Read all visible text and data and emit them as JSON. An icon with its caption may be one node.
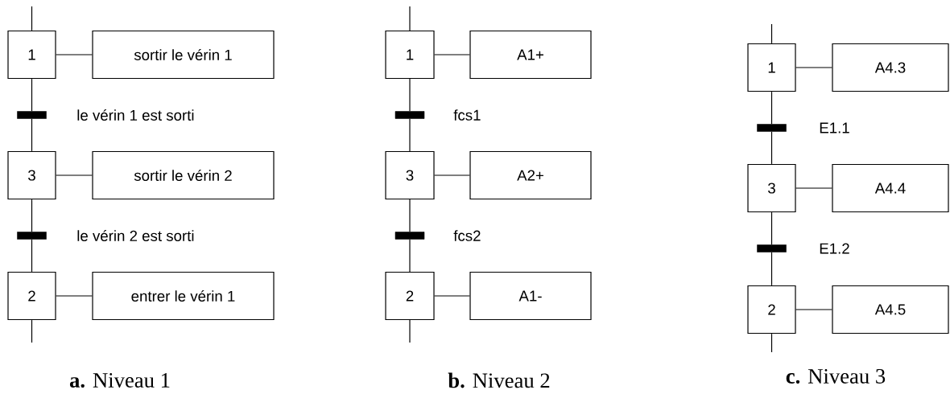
{
  "diagram": {
    "nodes": [
      {
        "text": [
          "1"
        ]
      },
      {
        "text": [
          "sortir le vérin 1"
        ]
      },
      {
        "text": [],
        "shape": "bar",
        "beside": [
          "le vérin 1 est sorti"
        ]
      },
      {
        "text": [
          "3"
        ]
      },
      {
        "text": [
          "sortir le vérin 2"
        ]
      },
      {
        "text": [],
        "shape": "bar",
        "beside": [
          "le vérin 2 est sorti"
        ]
      },
      {
        "text": [
          "2"
        ]
      },
      {
        "text": [
          "entrer le vérin 1"
        ]
      },
      {
        "text": [
          "1"
        ]
      },
      {
        "text": [
          "A1+"
        ]
      },
      {
        "text": [],
        "shape": "bar",
        "beside": [
          "fcs1"
        ]
      },
      {
        "text": [
          "3"
        ]
      },
      {
        "text": [
          "A2+"
        ]
      },
      {
        "text": [],
        "shape": "bar",
        "beside": [
          "fcs2"
        ]
      },
      {
        "text": [
          "2"
        ]
      },
      {
        "text": [
          "A1-"
        ]
      },
      {
        "text": [
          "1"
        ]
      },
      {
        "text": [
          "A4.3"
        ]
      },
      {
        "text": [],
        "shape": "bar",
        "beside": [
          "E1.1"
        ]
      },
      {
        "text": [
          "3"
        ]
      },
      {
        "text": [
          "A4.4"
        ]
      },
      {
        "text": [],
        "shape": "bar",
        "beside": [
          "E1.2"
        ]
      },
      {
        "text": [
          "2"
        ]
      },
      {
        "text": [
          "A4.5"
        ]
      }
    ],
    "edges": [
      {
        "from": null,
        "to": 0,
        "arrow": "none"
      },
      {
        "from": 0,
        "to": 1,
        "arrow": "none"
      },
      {
        "from": 0,
        "to": 2,
        "arrow": "none"
      },
      {
        "from": 2,
        "to": 3,
        "arrow": "none"
      },
      {
        "from": 3,
        "to": 4,
        "arrow": "none"
      },
      {
        "from": 3,
        "to": 5,
        "arrow": "none"
      },
      {
        "from": 5,
        "to": 6,
        "arrow": "none"
      },
      {
        "from": 6,
        "to": 7,
        "arrow": "none"
      },
      {
        "from": 6,
        "to": null,
        "arrow": "none"
      },
      {
        "from": null,
        "to": 8,
        "arrow": "none"
      },
      {
        "from": 8,
        "to": 9,
        "arrow": "none"
      },
      {
        "from": 8,
        "to": 10,
        "arrow": "none"
      },
      {
        "from": 10,
        "to": 11,
        "arrow": "none"
      },
      {
        "from": 11,
        "to": 12,
        "arrow": "none"
      },
      {
        "from": 11,
        "to": 13,
        "arrow": "none"
      },
      {
        "from": 13,
        "to": 14,
        "arrow": "none"
      },
      {
        "from": 14,
        "to": 15,
        "arrow": "none"
      },
      {
        "from": 14,
        "to": null,
        "arrow": "none"
      },
      {
        "from": null,
        "to": 16,
        "arrow": "none"
      },
      {
        "from": 16,
        "to": 17,
        "arrow": "none"
      },
      {
        "from": 16,
        "to": 18,
        "arrow": "none"
      },
      {
        "from": 18,
        "to": 19,
        "arrow": "none"
      },
      {
        "from": 19,
        "to": 20,
        "arrow": "none"
      },
      {
        "from": 19,
        "to": 21,
        "arrow": "none"
      },
      {
        "from": 21,
        "to": 22,
        "arrow": "none"
      },
      {
        "from": 22,
        "to": 23,
        "arrow": "none"
      },
      {
        "from": 22,
        "to": null,
        "arrow": "none"
      }
    ],
    "labels": [
      "**a.** Niveau 1",
      "**b.** Niveau 2",
      "**c.** Niveau 3"
    ]
  }
}
